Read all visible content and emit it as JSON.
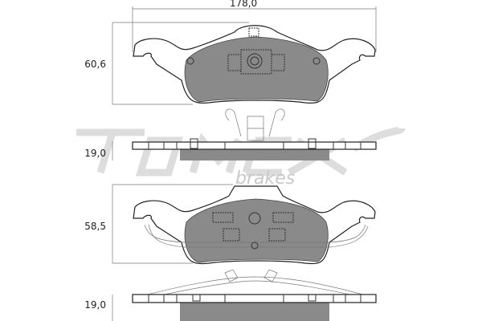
{
  "logo": {
    "brand": "TOMEX",
    "sub": "brakes"
  },
  "pad_top": {
    "width_dim": "178,0",
    "height_dim": "60,6",
    "thickness_dim": "19,0"
  },
  "pad_bottom": {
    "height_dim": "58,5",
    "thickness_dim": "19,0"
  },
  "colors": {
    "friction": "#8a8a8a",
    "watermark": "#d9d9d9",
    "line": "#222222"
  }
}
